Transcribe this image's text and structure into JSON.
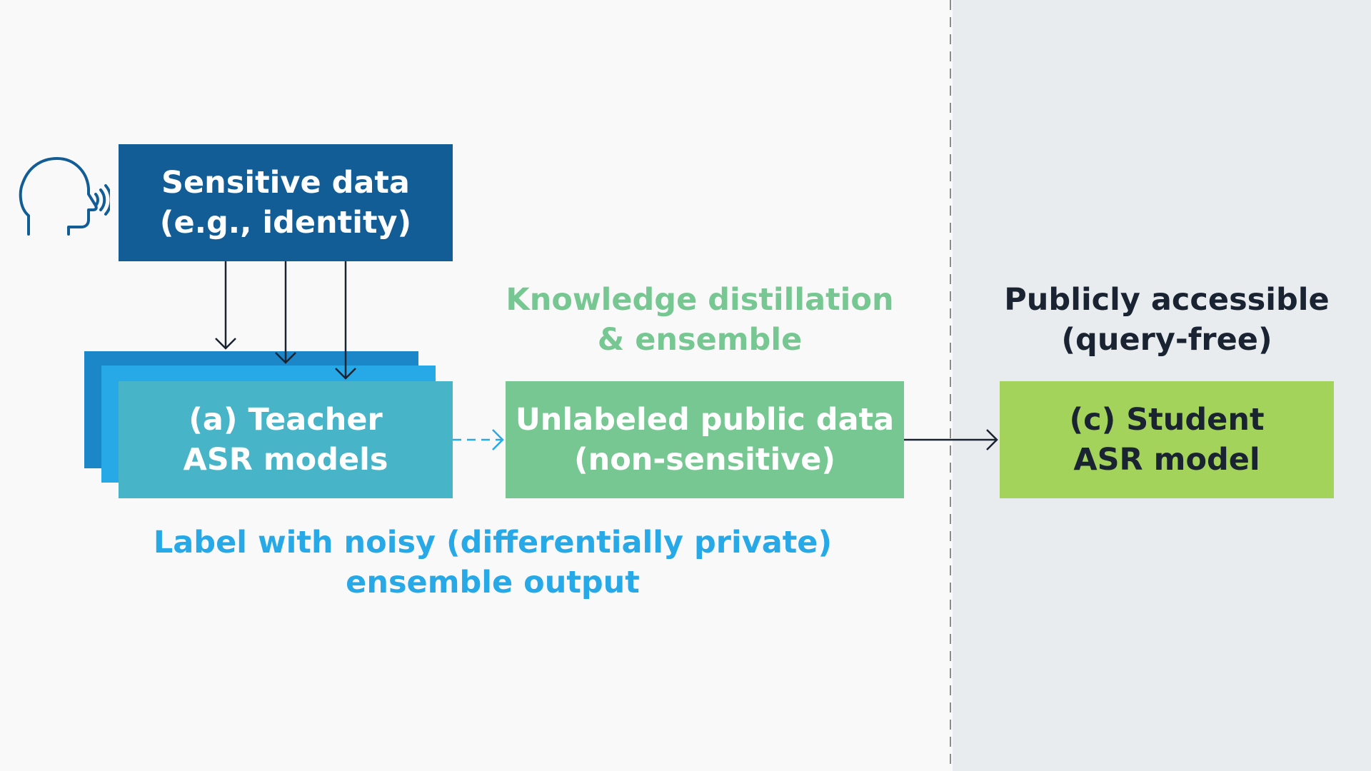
{
  "colors": {
    "background_left": "#f9f9f9",
    "background_right": "#e9ecee",
    "divider": "#8c8c8c",
    "sensitive_box": "#135d96",
    "teacher_back": "#1b87c9",
    "teacher_middle": "#27a9e8",
    "teacher_front": "#48b4c8",
    "public_data_box": "#77c792",
    "student_box": "#a3d35a",
    "light_text": "#ffffff",
    "dark_text": "#1a2332",
    "head_icon": "#135d96",
    "arrow_dark": "#1a2332",
    "arrow_blue": "#27a9e8",
    "caption_green": "#77c792",
    "caption_blue": "#27a9e8"
  },
  "icons": {
    "speaker": "speaking-head-icon"
  },
  "sensitive_data": {
    "line1": "Sensitive data",
    "line2": "(e.g., identity)"
  },
  "teacher": {
    "line1": "(a) Teacher",
    "line2": "ASR models"
  },
  "public_data": {
    "line1": "Unlabeled public data",
    "line2": "(non-sensitive)"
  },
  "student": {
    "line1": "(c) Student",
    "line2": "ASR model"
  },
  "captions": {
    "distillation": {
      "line1": "Knowledge distillation",
      "line2": "& ensemble"
    },
    "public_access": {
      "line1": "Publicly accessible",
      "line2": "(query-free)"
    },
    "label_output": {
      "line1": "Label with noisy (differentially private)",
      "line2": "ensemble output"
    }
  }
}
